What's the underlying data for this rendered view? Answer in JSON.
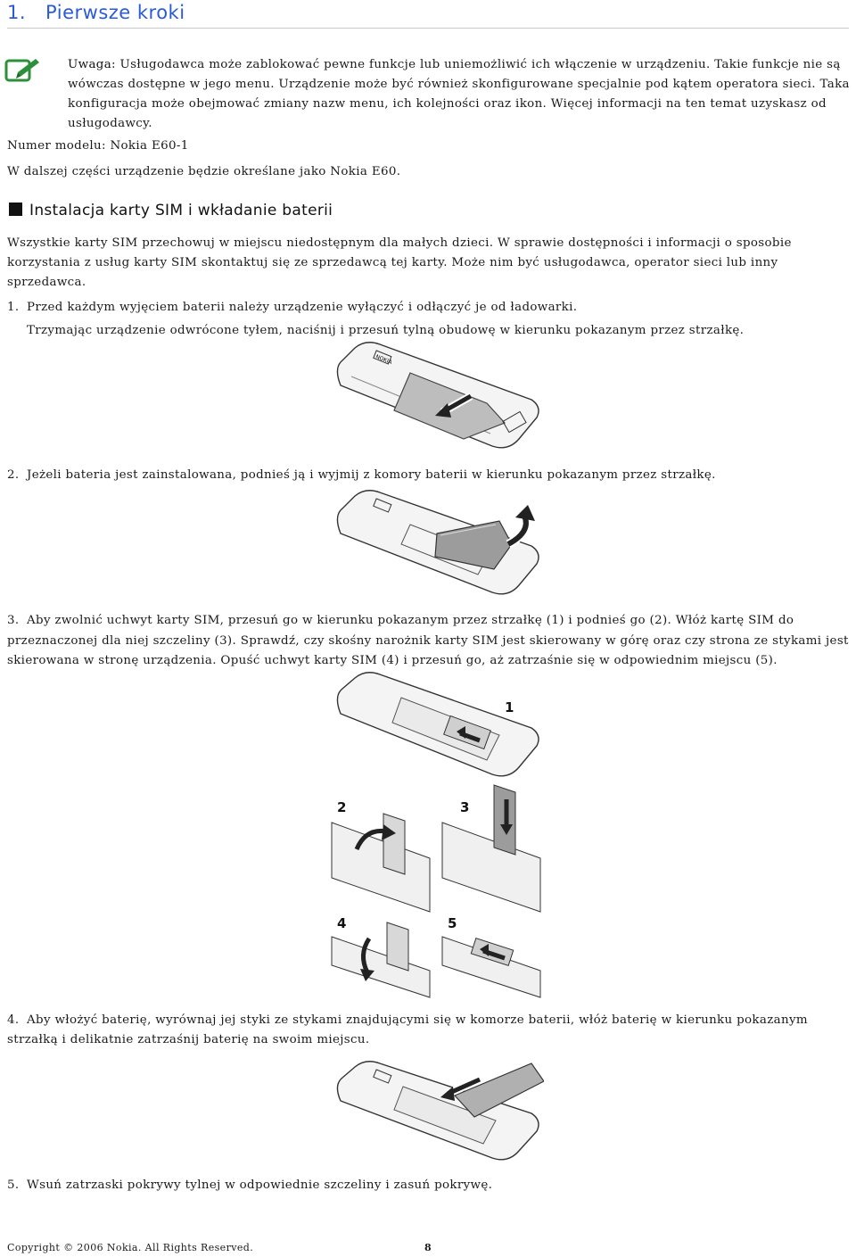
{
  "chapter": {
    "number": "1.",
    "title": "Pierwsze kroki"
  },
  "note": {
    "label": "Uwaga:",
    "text": "Usługodawca może zablokować pewne funkcje lub uniemożliwić ich włączenie w urządzeniu. Takie funkcje nie są wówczas dostępne w jego menu. Urządzenie może być również skonfigurowane specjalnie pod kątem operatora sieci. Taka konfiguracja może obejmować zmiany nazw menu, ich kolejności oraz ikon. Więcej informacji na ten temat uzyskasz od usługodawcy."
  },
  "model_line": "Numer modelu: Nokia E60-1",
  "device_line": "W dalszej części urządzenie będzie określane jako Nokia E60.",
  "section": {
    "title": "Instalacja karty SIM i wkładanie baterii",
    "intro": "Wszystkie karty SIM przechowuj w miejscu niedostępnym dla małych dzieci. W sprawie dostępności i informacji o sposobie korzystania z usług karty SIM skontaktuj się ze sprzedawcą tej karty. Może nim być usługodawca, operator sieci lub inny sprzedawca."
  },
  "steps": [
    {
      "num": "1.",
      "text": "Przed każdym wyjęciem baterii należy urządzenie wyłączyć i odłączyć je od ładowarki.",
      "subtext": "Trzymając urządzenie odwrócone tyłem, naciśnij i przesuń tylną obudowę w kierunku pokazanym przez strzałkę."
    },
    {
      "num": "2.",
      "text": "Jeżeli bateria jest zainstalowana, podnieś ją i wyjmij z komory baterii w kierunku pokazanym przez strzałkę."
    },
    {
      "num": "3.",
      "text": "Aby zwolnić uchwyt karty SIM, przesuń go w kierunku pokazanym przez strzałkę (1) i podnieś go (2). Włóż kartę SIM do przeznaczonej dla niej szczeliny (3). Sprawdź, czy skośny narożnik karty SIM jest skierowany w górę oraz czy strona ze stykami jest skierowana w stronę urządzenia. Opuść uchwyt karty SIM (4) i przesuń go, aż zatrzaśnie się w odpowiednim miejscu (5)."
    },
    {
      "num": "4.",
      "text": "Aby włożyć baterię, wyrównaj jej styki ze stykami znajdującymi się w komorze baterii, włóż baterię w kierunku pokazanym strzałką i delikatnie zatrzaśnij baterię na swoim miejscu."
    },
    {
      "num": "5.",
      "text": "Wsuń zatrzaski pokrywy tylnej w odpowiednie szczeliny i zasuń pokrywę."
    }
  ],
  "illustration": {
    "brand": "NOKIA",
    "callouts": [
      "1",
      "2",
      "3",
      "4",
      "5"
    ]
  },
  "footer": {
    "copyright": "Copyright © 2006 Nokia. All Rights Reserved.",
    "page": "8"
  }
}
